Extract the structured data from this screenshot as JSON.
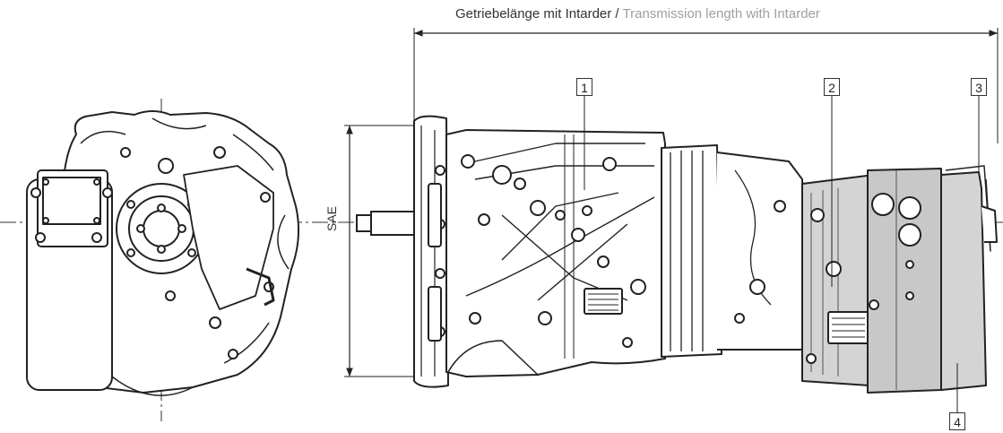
{
  "header": {
    "de": "Getriebelänge mit Intarder",
    "separator": " / ",
    "en": "Transmission length with Intarder"
  },
  "dimension_label": "SAE",
  "callouts": [
    "1",
    "2",
    "3",
    "4"
  ],
  "colors": {
    "line": "#222222",
    "fill_light": "#ffffff",
    "fill_gray": "#d4d4d4",
    "fill_gray_dark": "#b8b8b8",
    "header_en": "#9aa0a6"
  }
}
